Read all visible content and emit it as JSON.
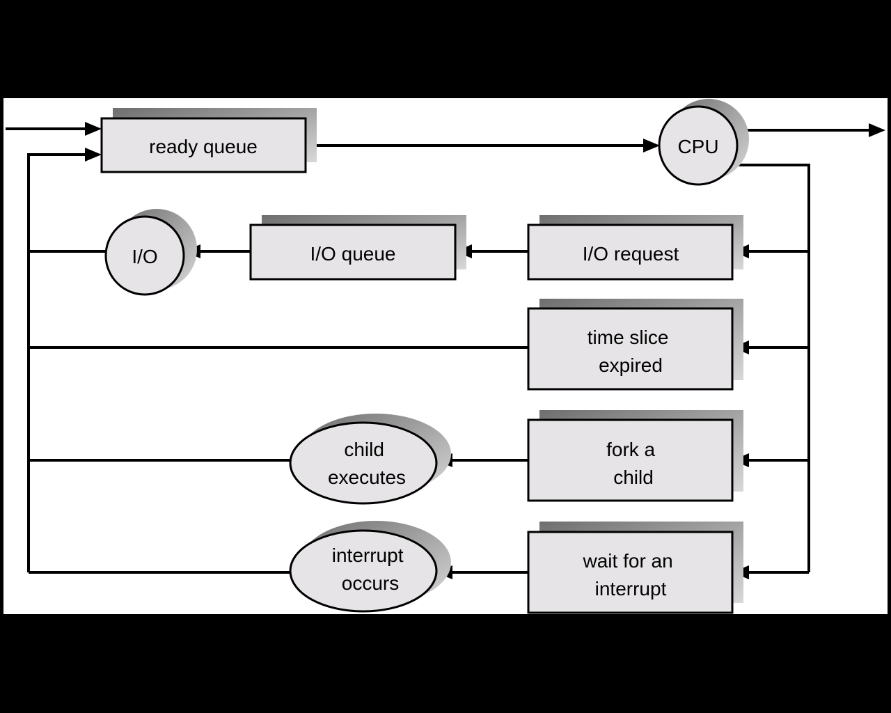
{
  "nodes": {
    "ready_queue": {
      "lines": [
        "ready queue"
      ]
    },
    "cpu": {
      "lines": [
        "CPU"
      ]
    },
    "io": {
      "lines": [
        "I/O"
      ]
    },
    "io_queue": {
      "lines": [
        "I/O queue"
      ]
    },
    "io_request": {
      "lines": [
        "I/O request"
      ]
    },
    "time_slice": {
      "lines": [
        "time slice",
        "expired"
      ]
    },
    "fork_child": {
      "lines": [
        "fork a",
        "child"
      ]
    },
    "child_executes": {
      "lines": [
        "child",
        "executes"
      ]
    },
    "wait_interrupt": {
      "lines": [
        "wait for an",
        "interrupt"
      ]
    },
    "interrupt_occurs": {
      "lines": [
        "interrupt",
        "occurs"
      ]
    }
  },
  "colors": {
    "page_background": "#000000",
    "canvas_background": "#ffffff",
    "node_fill": "#e6e4e6",
    "shadow_dark": "#6e6e6e",
    "shadow_light": "#d8d8d8",
    "line": "#000000"
  }
}
